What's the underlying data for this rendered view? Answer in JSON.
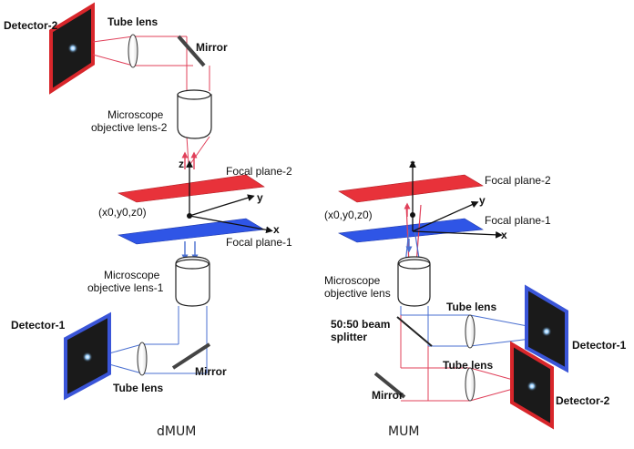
{
  "left_panel": {
    "caption": "dMUM",
    "detector_top": "Detector-2",
    "detector_bottom": "Detector-1",
    "tube_lens_top": "Tube lens",
    "tube_lens_bottom": "Tube lens",
    "mirror_top": "Mirror",
    "mirror_bottom": "Mirror",
    "objective_top": [
      "Microscope",
      "objective lens-2"
    ],
    "objective_bottom": [
      "Microscope",
      "objective lens-1"
    ],
    "focal_plane_top": "Focal plane-2",
    "focal_plane_bottom": "Focal plane-1",
    "coordinate_label": "(x0,y0,z0)",
    "axis_x": "x",
    "axis_y": "y",
    "axis_z": "z"
  },
  "right_panel": {
    "caption": "MUM",
    "objective": [
      "Microscope",
      "objective lens"
    ],
    "beam_splitter": [
      "50:50 beam",
      "splitter"
    ],
    "tube_lens_top": "Tube lens",
    "tube_lens_bottom": "Tube lens",
    "detector_top": "Detector-1",
    "detector_bottom": "Detector-2",
    "mirror": "Mirror",
    "focal_plane_top": "Focal plane-2",
    "focal_plane_bottom": "Focal plane-1",
    "coordinate_label": "(x0,y0,z0)",
    "axis_x": "x",
    "axis_y": "y",
    "axis_z": "z"
  },
  "colors": {
    "red_beam": "#e0405a",
    "blue_beam": "#4a6fd0",
    "red_plane": "#e8323a",
    "blue_plane": "#2f55e6",
    "detector_red_frame": "#d8262b",
    "detector_blue_frame": "#3a55d8"
  }
}
